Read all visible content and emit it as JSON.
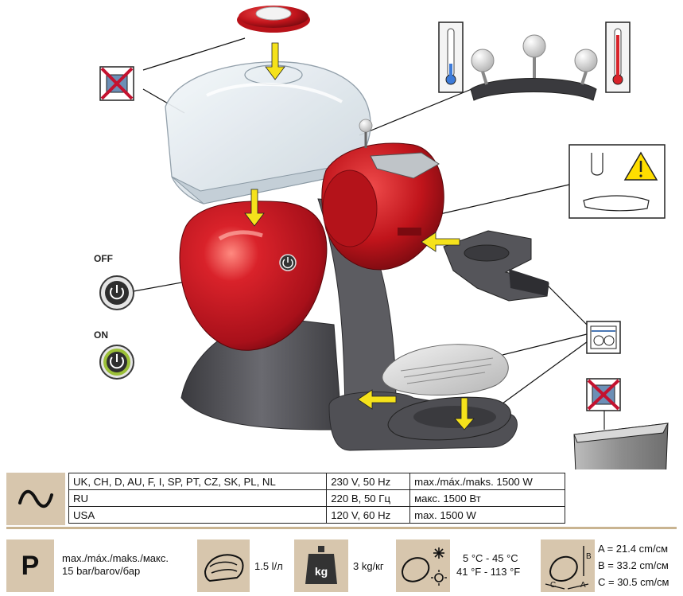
{
  "power_button": {
    "off_label": "OFF",
    "on_label": "ON"
  },
  "voltage_table": {
    "rows": [
      {
        "countries": "UK, CH, D, AU, F, I, SP, PT, CZ, SK, PL, NL",
        "voltage": "230 V,  50 Hz",
        "power": "max./máx./maks. 1500 W"
      },
      {
        "countries": "RU",
        "voltage": "220 В,  50 Гц",
        "power": "макс. 1500 Вт"
      },
      {
        "countries": "USA",
        "voltage": "120 V,  60 Hz",
        "power": "max. 1500 W"
      }
    ]
  },
  "specs": {
    "pressure_icon_letter": "P",
    "pressure_line1": "max./máx./maks./макс.",
    "pressure_line2": "15 bar/barov/бар",
    "capacity": "1.5 l/л",
    "weight_icon_label": "kg",
    "weight": "3 kg/кг",
    "temp_celsius": "5 °C - 45 °C",
    "temp_fahrenheit": "41 °F - 113 °F",
    "dimension_a": "A = 21.4 cm/см",
    "dimension_b": "B = 33.2 cm/см",
    "dimension_c": "C = 30.5 cm/см",
    "dim_letter_a": "A",
    "dim_letter_b": "B",
    "dim_letter_c": "C"
  },
  "colors": {
    "machine_red": "#c0141b",
    "machine_grey": "#4a4a4f",
    "accent_tan": "#d7c6ad",
    "arrow_yellow": "#f5e21b",
    "prohibit_red": "#c4122f"
  },
  "icons": [
    "capsule-holder-icon",
    "dishwasher-prohibited-icon",
    "thermometer-cold-icon",
    "thermometer-hot-icon",
    "warning-icon",
    "dishwasher-safe-icon",
    "power-off-icon",
    "power-on-icon",
    "sine-wave-icon",
    "pressure-icon",
    "water-tank-icon",
    "weight-icon",
    "temperature-icon",
    "dimensions-icon"
  ]
}
